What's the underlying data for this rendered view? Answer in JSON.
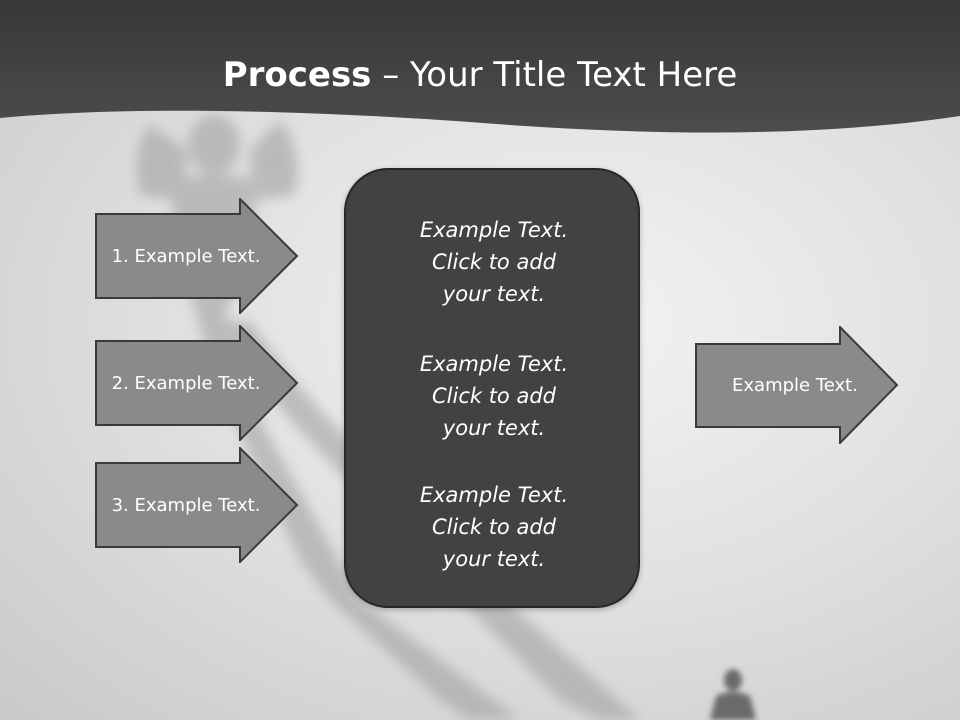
{
  "title": {
    "bold": "Process",
    "rest": " – Your Title Text Here"
  },
  "left_arrows": [
    {
      "label": "1. Example Text."
    },
    {
      "label": "2. Example Text."
    },
    {
      "label": "3. Example Text."
    }
  ],
  "center_box": {
    "paragraphs": [
      "Example Text.\nClick  to add\nyour text.",
      "Example Text.\nClick  to add\nyour text.",
      "Example Text.\nClick  to add\nyour text."
    ]
  },
  "right_arrow": {
    "label": "Example Text."
  },
  "colors": {
    "header": "#414345",
    "arrow_fill": "#8a8a8a",
    "arrow_stroke": "#3a3a3a",
    "box_fill": "#404244",
    "text": "#ffffff"
  }
}
